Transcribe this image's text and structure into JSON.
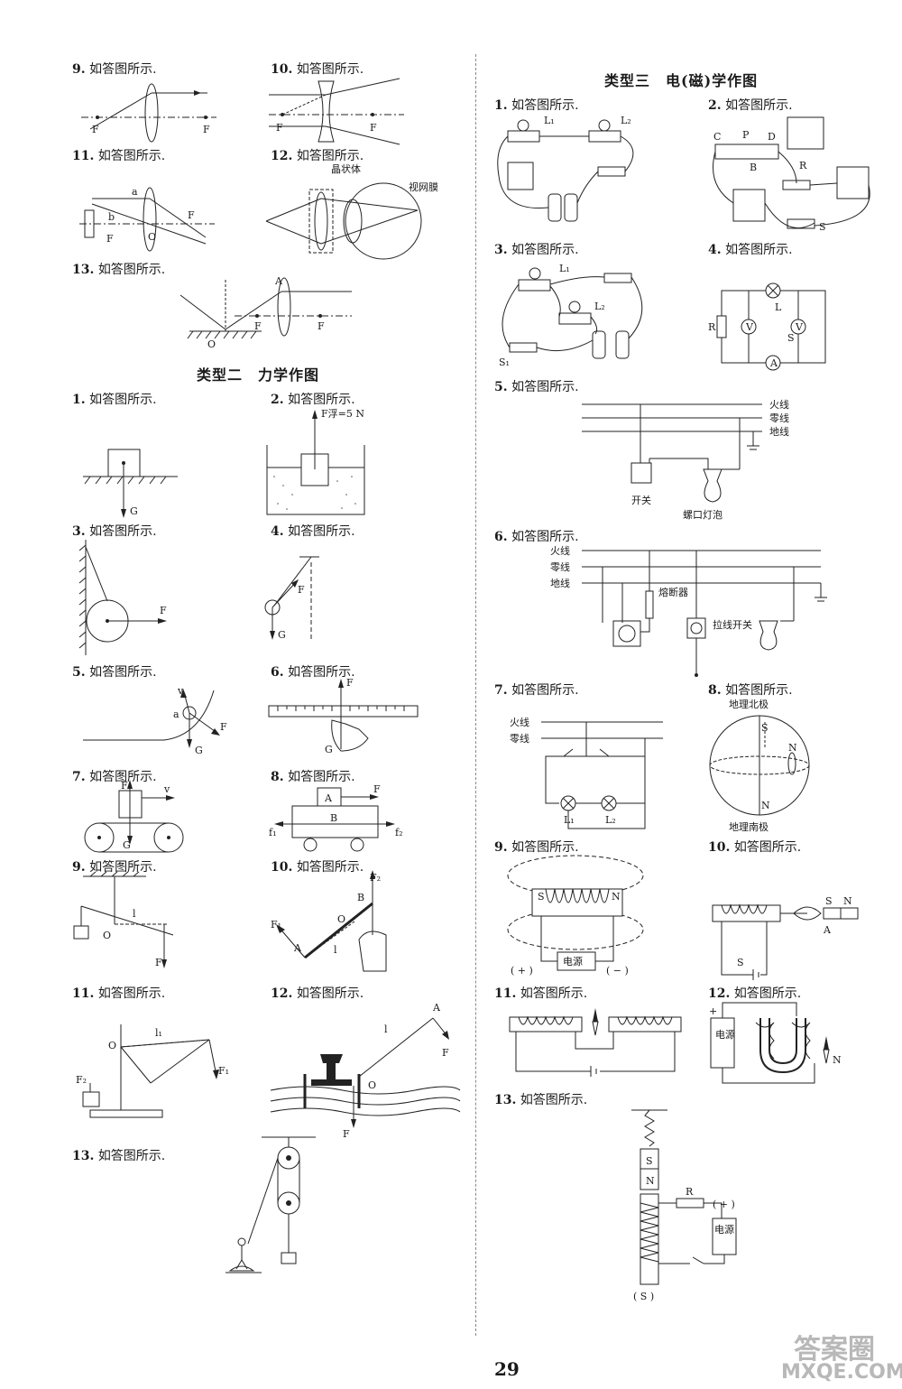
{
  "sections": {
    "type2": "类型二　力学作图",
    "type3": "类型三　电(磁)学作图"
  },
  "answer_text": "如答图所示.",
  "page_number": "29",
  "watermark": {
    "line1": "答案圈",
    "line2": "MXQE.COM"
  },
  "optics": {
    "q9": {
      "num": "9."
    },
    "q10": {
      "num": "10."
    },
    "q11": {
      "num": "11."
    },
    "q12": {
      "num": "12.",
      "label_crystal": "晶状体",
      "label_retina": "视网膜"
    },
    "q13": {
      "num": "13."
    }
  },
  "mechanics": {
    "q1": {
      "num": "1."
    },
    "q2": {
      "num": "2.",
      "force_label": "F浮=5 N"
    },
    "q3": {
      "num": "3."
    },
    "q4": {
      "num": "4."
    },
    "q5": {
      "num": "5."
    },
    "q6": {
      "num": "6."
    },
    "q7": {
      "num": "7."
    },
    "q8": {
      "num": "8."
    },
    "q9": {
      "num": "9."
    },
    "q10": {
      "num": "10."
    },
    "q11": {
      "num": "11."
    },
    "q12": {
      "num": "12."
    },
    "q13": {
      "num": "13."
    }
  },
  "electric": {
    "q1": {
      "num": "1."
    },
    "q2": {
      "num": "2."
    },
    "q3": {
      "num": "3."
    },
    "q4": {
      "num": "4."
    },
    "q5": {
      "num": "5.",
      "live": "火线",
      "neutral": "零线",
      "ground": "地线",
      "switch": "开关",
      "bulb": "螺口灯泡"
    },
    "q6": {
      "num": "6.",
      "live": "火线",
      "neutral": "零线",
      "ground": "地线",
      "fuse": "熔断器",
      "pull_switch": "拉线开关"
    },
    "q7": {
      "num": "7.",
      "live": "火线",
      "neutral": "零线"
    },
    "q8": {
      "num": "8.",
      "north": "地理北极",
      "south": "地理南极"
    },
    "q9": {
      "num": "9.",
      "power": "电源",
      "plus": "( + )",
      "minus": "( − )"
    },
    "q10": {
      "num": "10."
    },
    "q11": {
      "num": "11."
    },
    "q12": {
      "num": "12.",
      "power": "电源"
    },
    "q13": {
      "num": "13.",
      "power": "电源",
      "plus": "( + )",
      "pole": "( S )"
    }
  }
}
